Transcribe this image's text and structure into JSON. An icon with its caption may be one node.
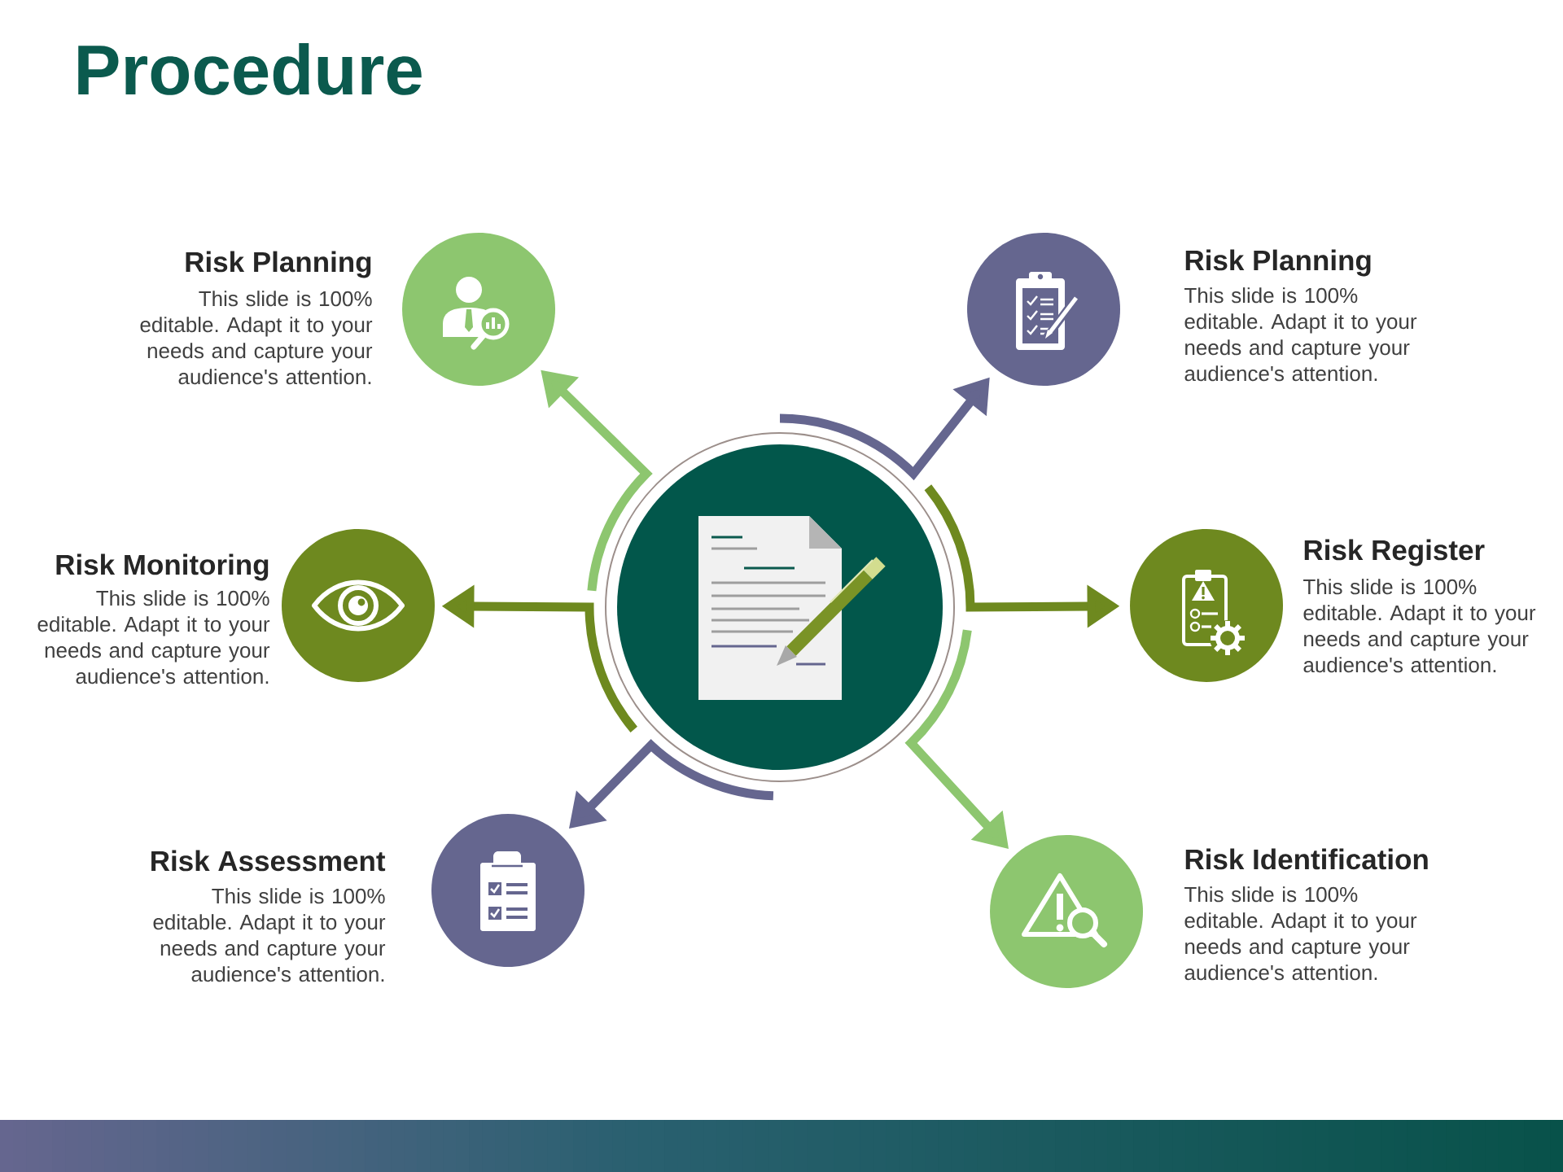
{
  "diagram": {
    "title": "Procedure",
    "nodes": [
      {
        "text": [],
        "shape": "circle"
      },
      {
        "text": [
          "Risk Planning",
          "This slide is 100% editable. Adapt it to your needs and capture your audience's attention."
        ]
      },
      {
        "text": [
          "Risk Planning",
          "This slide is 100% editable. Adapt it to your needs and capture your audience's attention."
        ]
      },
      {
        "text": [
          "Risk Monitoring",
          "This slide is 100% editable. Adapt it to your needs and capture your audience's attention."
        ]
      },
      {
        "text": [
          "Risk Register",
          "This slide is 100% editable. Adapt it to your needs and capture your audience's attention."
        ]
      },
      {
        "text": [
          "Risk Assessment",
          "This slide is 100% editable. Adapt it to your needs and capture your audience's attention."
        ]
      },
      {
        "text": [
          "Risk Identification",
          "This slide is 100% editable. Adapt it to your needs and capture your audience's attention."
        ]
      }
    ],
    "edges": [
      {
        "from": 0,
        "to": 1,
        "arrow": "to",
        "color": "#8dc66f"
      },
      {
        "from": 0,
        "to": 2,
        "arrow": "to",
        "color": "#65668f"
      },
      {
        "from": 0,
        "to": 3,
        "arrow": "to",
        "color": "#6e891f"
      },
      {
        "from": 0,
        "to": 4,
        "arrow": "to",
        "color": "#6e891f"
      },
      {
        "from": 0,
        "to": 5,
        "arrow": "to",
        "color": "#65668f"
      },
      {
        "from": 0,
        "to": 6,
        "arrow": "to",
        "color": "#8dc66f"
      }
    ]
  }
}
